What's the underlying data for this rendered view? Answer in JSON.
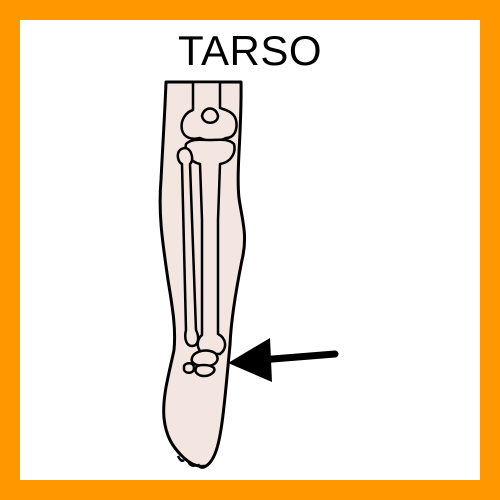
{
  "card": {
    "title": "TARSO",
    "border_color": "#ff9800",
    "background_color": "#ffffff"
  },
  "illustration": {
    "subject": "leg-skeleton",
    "skin_color": "#f3e5df",
    "outline_color": "#000000",
    "arrow_color": "#000000",
    "highlighted_part": "tarsal-bones"
  }
}
